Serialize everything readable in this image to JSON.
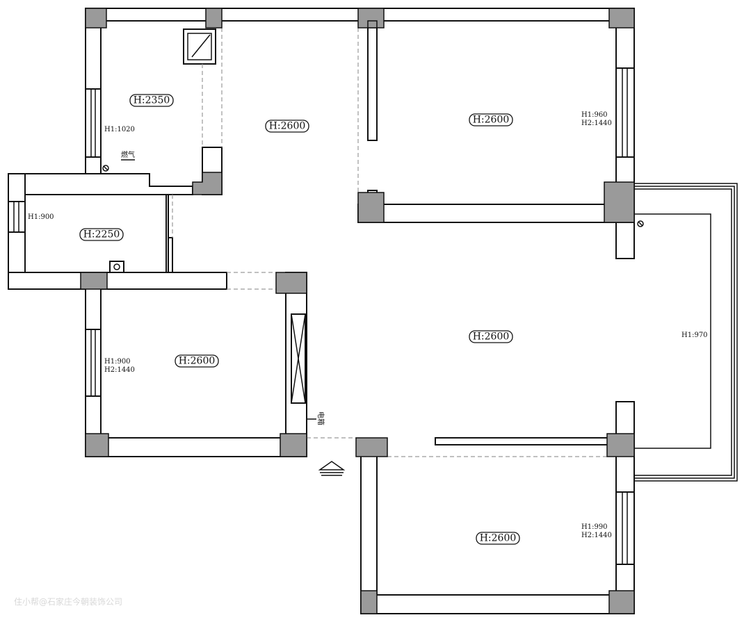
{
  "rooms": {
    "kitchen": {
      "height": "H:2350",
      "win": "H1:1020",
      "gas": "燃气"
    },
    "hall": {
      "height": "H:2600"
    },
    "bed_ne": {
      "height": "H:2600",
      "win1": "H1:960",
      "win2": "H2:1440"
    },
    "bath": {
      "height": "H:2250",
      "win": "H1:900"
    },
    "bed_w": {
      "height": "H:2600",
      "win1": "H1:900",
      "win2": "H2:1440"
    },
    "living": {
      "height": "H:2600"
    },
    "balcony": {
      "win": "H1:970"
    },
    "bed_se": {
      "height": "H:2600",
      "win1": "H1:990",
      "win2": "H2:1440"
    }
  },
  "elec_box": "电箱",
  "watermark": "住小帮@石家庄今朝装饰公司",
  "colors": {
    "line": "#111111",
    "column": "#9a9a9a",
    "background": "#ffffff"
  }
}
